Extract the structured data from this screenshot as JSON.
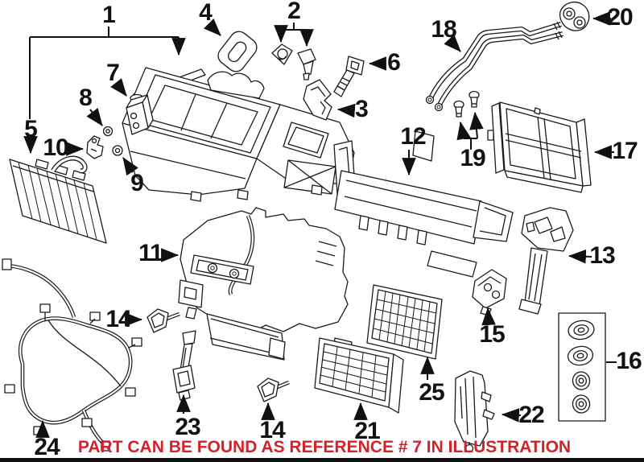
{
  "figure": {
    "kind": "exploded-parts-illustration",
    "background": "#ffffff",
    "line_color": "#1a1a1a",
    "note": {
      "text": "PART CAN BE FOUND AS REFERENCE # 7 IN ILLUSTRATION",
      "color": "#d2232a"
    },
    "callouts": [
      {
        "label": "1",
        "part": "upper-hvac-case"
      },
      {
        "label": "2",
        "part": "sensor-and-clip"
      },
      {
        "label": "3",
        "part": "mounting-bracket"
      },
      {
        "label": "4",
        "part": "grommet"
      },
      {
        "label": "5",
        "part": "evaporator-core"
      },
      {
        "label": "6",
        "part": "temperature-sensor"
      },
      {
        "label": "7",
        "part": "expansion-valve"
      },
      {
        "label": "8",
        "part": "o-ring-small"
      },
      {
        "label": "9",
        "part": "o-ring"
      },
      {
        "label": "10",
        "part": "pipe-bracket"
      },
      {
        "label": "11",
        "part": "lower-hvac-case"
      },
      {
        "label": "12",
        "part": "air-distribution-case"
      },
      {
        "label": "13",
        "part": "side-bracket"
      },
      {
        "label": "14",
        "part": "sensor-front"
      },
      {
        "label": "14",
        "part": "sensor-rear"
      },
      {
        "label": "15",
        "part": "actuator"
      },
      {
        "label": "16",
        "part": "o-ring-kit"
      },
      {
        "label": "17",
        "part": "heater-core"
      },
      {
        "label": "18",
        "part": "heater-pipes"
      },
      {
        "label": "19",
        "part": "screws"
      },
      {
        "label": "20",
        "part": "pipe-gasket"
      },
      {
        "label": "21",
        "part": "cabin-air-filter"
      },
      {
        "label": "22",
        "part": "filter-cover"
      },
      {
        "label": "23",
        "part": "drain-valve"
      },
      {
        "label": "24",
        "part": "wiring-harness"
      },
      {
        "label": "25",
        "part": "filter-screen"
      }
    ]
  }
}
